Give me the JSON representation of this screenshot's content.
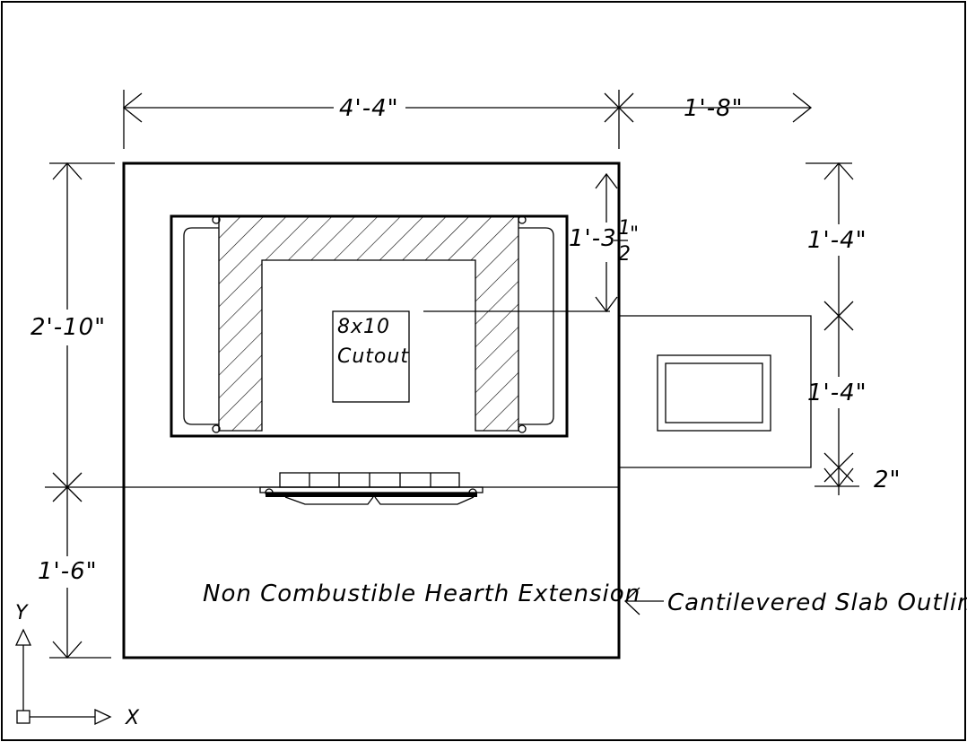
{
  "dimensions": {
    "top_left_width": "4'-4\"",
    "top_right_width": "1'-8\"",
    "left_upper_height": "2'-10\"",
    "left_lower_height": "1'-6\"",
    "inner_offset": "1'-3",
    "inner_offset_fraction_num": "1",
    "inner_offset_fraction_den": "2",
    "inner_offset_inch_mark": "\"",
    "right_upper_height": "1'-4\"",
    "right_middle_height": "1'-4\"",
    "right_bottom": "2\""
  },
  "labels": {
    "cutout_line1": "8x10",
    "cutout_line2": "Cutout",
    "hearth_extension": "Non Combustible Hearth Extension",
    "slab_outline": "Cantilevered Slab Outline"
  },
  "ucs": {
    "y_axis": "Y",
    "x_axis": "X"
  }
}
